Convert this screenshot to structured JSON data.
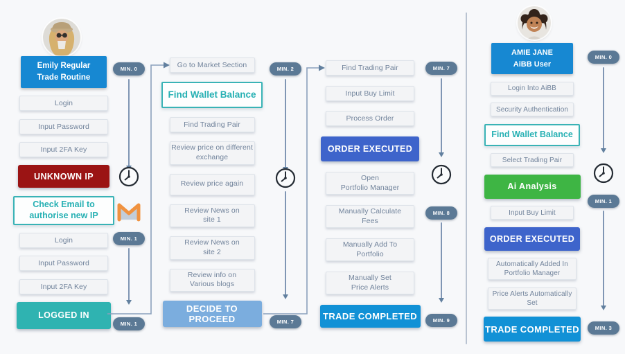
{
  "palette": {
    "background": "#f7f8fa",
    "header_blue": "#1788d2",
    "alert_red": "#9b1414",
    "success_teal": "#2fb3b1",
    "decide_light_blue": "#7badde",
    "executed_indigo": "#3e64cb",
    "completed_blue": "#1191d6",
    "ai_green": "#3eb544",
    "badge_slate": "#5b7995",
    "highlight_teal": "#26b0b3",
    "step_text": "#71839b"
  },
  "columns": [
    {
      "name": "emily-login-column",
      "steps": [
        {
          "type": "header",
          "label": "Emily Regular Trade Routine",
          "lines": [
            "Emily Regular",
            "Trade Routine"
          ]
        },
        {
          "type": "step",
          "label": "Login"
        },
        {
          "type": "step",
          "label": "Input Password"
        },
        {
          "type": "step",
          "label": "Input 2FA Key"
        },
        {
          "type": "m-red",
          "label": "UNKNOWN IP"
        },
        {
          "type": "highlight",
          "label": "Check Email to authorise new IP",
          "lines": [
            "Check Email to",
            "authorise new IP"
          ]
        },
        {
          "type": "step",
          "label": "Login"
        },
        {
          "type": "step",
          "label": "Input Password"
        },
        {
          "type": "step",
          "label": "Input 2FA Key"
        },
        {
          "type": "m-teal",
          "label": "LOGGED IN"
        }
      ]
    },
    {
      "name": "market-review-column",
      "steps": [
        {
          "type": "step",
          "label": "Go to Market Section"
        },
        {
          "type": "highlight",
          "label": "Find Wallet Balance"
        },
        {
          "type": "step",
          "label": "Find Trading Pair"
        },
        {
          "type": "step2",
          "label": "Review price on different exchange",
          "lines": [
            "Review price on different",
            "exchange"
          ]
        },
        {
          "type": "step2",
          "label": "Review price again"
        },
        {
          "type": "step2",
          "label": "Review News on site 1",
          "lines": [
            "Review News on",
            "site 1"
          ]
        },
        {
          "type": "step2",
          "label": "Review News on site 2",
          "lines": [
            "Review News on",
            "site 2"
          ]
        },
        {
          "type": "step2",
          "label": "Review info on Various blogs",
          "lines": [
            "Review info on",
            "Various blogs"
          ]
        },
        {
          "type": "m-lblue",
          "label": "DECIDE TO PROCEED"
        }
      ]
    },
    {
      "name": "trade-execution-column",
      "steps": [
        {
          "type": "step",
          "label": "Find Trading Pair"
        },
        {
          "type": "step",
          "label": "Input Buy Limit"
        },
        {
          "type": "step",
          "label": "Process Order"
        },
        {
          "type": "m-indigo",
          "label": "ORDER EXECUTED"
        },
        {
          "type": "step2",
          "label": "Open Portfolio Manager",
          "lines": [
            "Open",
            "Portfolio Manager"
          ]
        },
        {
          "type": "step2",
          "label": "Manually Calculate Fees",
          "lines": [
            "Manually Calculate",
            "Fees"
          ]
        },
        {
          "type": "step2",
          "label": "Manually Add To Portfolio",
          "lines": [
            "Manually Add To",
            "Portfolio"
          ]
        },
        {
          "type": "step2",
          "label": "Manually Set Price Alerts",
          "lines": [
            "Manually Set",
            "Price Alerts"
          ]
        },
        {
          "type": "m-blue",
          "label": "TRADE COMPLETED"
        }
      ]
    },
    {
      "name": "aibb-user-column",
      "steps": [
        {
          "type": "header",
          "label": "AMIE JANE AiBB User",
          "lines": [
            "AMIE JANE",
            "AiBB User"
          ]
        },
        {
          "type": "step",
          "label": "Login Into AiBB"
        },
        {
          "type": "step",
          "label": "Security Authentication"
        },
        {
          "type": "highlight",
          "label": "Find Wallet Balance"
        },
        {
          "type": "step",
          "label": "Select Trading Pair"
        },
        {
          "type": "m-green",
          "label": "Ai Analysis"
        },
        {
          "type": "step",
          "label": "Input Buy Limit"
        },
        {
          "type": "m-indigo",
          "label": "ORDER EXECUTED"
        },
        {
          "type": "step2",
          "label": "Automatically Added In Portfolio Manager",
          "lines": [
            "Automatically Added In",
            "Portfolio Manager"
          ]
        },
        {
          "type": "step2",
          "label": "Price Alerts Automatically Set",
          "lines": [
            "Price Alerts Automatically",
            "Set"
          ]
        },
        {
          "type": "m-blue",
          "label": "TRADE COMPLETED"
        }
      ]
    }
  ],
  "timelines": [
    {
      "name": "emily-login-timeline",
      "items": [
        {
          "type": "pill",
          "label": "MIN. 0"
        },
        {
          "type": "arrow"
        },
        {
          "type": "clock",
          "icon": "clock-icon"
        },
        {
          "type": "gmail",
          "icon": "gmail-icon"
        },
        {
          "type": "pill",
          "label": "MIN. 1"
        },
        {
          "type": "arrow"
        },
        {
          "type": "pill",
          "label": "MIN. 1"
        }
      ]
    },
    {
      "name": "market-review-timeline",
      "items": [
        {
          "type": "pill",
          "label": "MIN. 2"
        },
        {
          "type": "arrow"
        },
        {
          "type": "clock",
          "icon": "clock-icon"
        },
        {
          "type": "arrow"
        },
        {
          "type": "pill",
          "label": "MIN. 7"
        }
      ]
    },
    {
      "name": "trade-execution-timeline",
      "items": [
        {
          "type": "pill",
          "label": "MIN. 7"
        },
        {
          "type": "arrow"
        },
        {
          "type": "clock",
          "icon": "clock-icon"
        },
        {
          "type": "pill",
          "label": "MIN. 8"
        },
        {
          "type": "arrow"
        },
        {
          "type": "pill",
          "label": "MIN. 9"
        }
      ]
    },
    {
      "name": "aibb-user-timeline",
      "items": [
        {
          "type": "pill",
          "label": "MIN. 0"
        },
        {
          "type": "arrow"
        },
        {
          "type": "clock",
          "icon": "clock-icon"
        },
        {
          "type": "pill",
          "label": "MIN. 1"
        },
        {
          "type": "arrow"
        },
        {
          "type": "pill",
          "label": "MIN. 3"
        }
      ]
    }
  ]
}
